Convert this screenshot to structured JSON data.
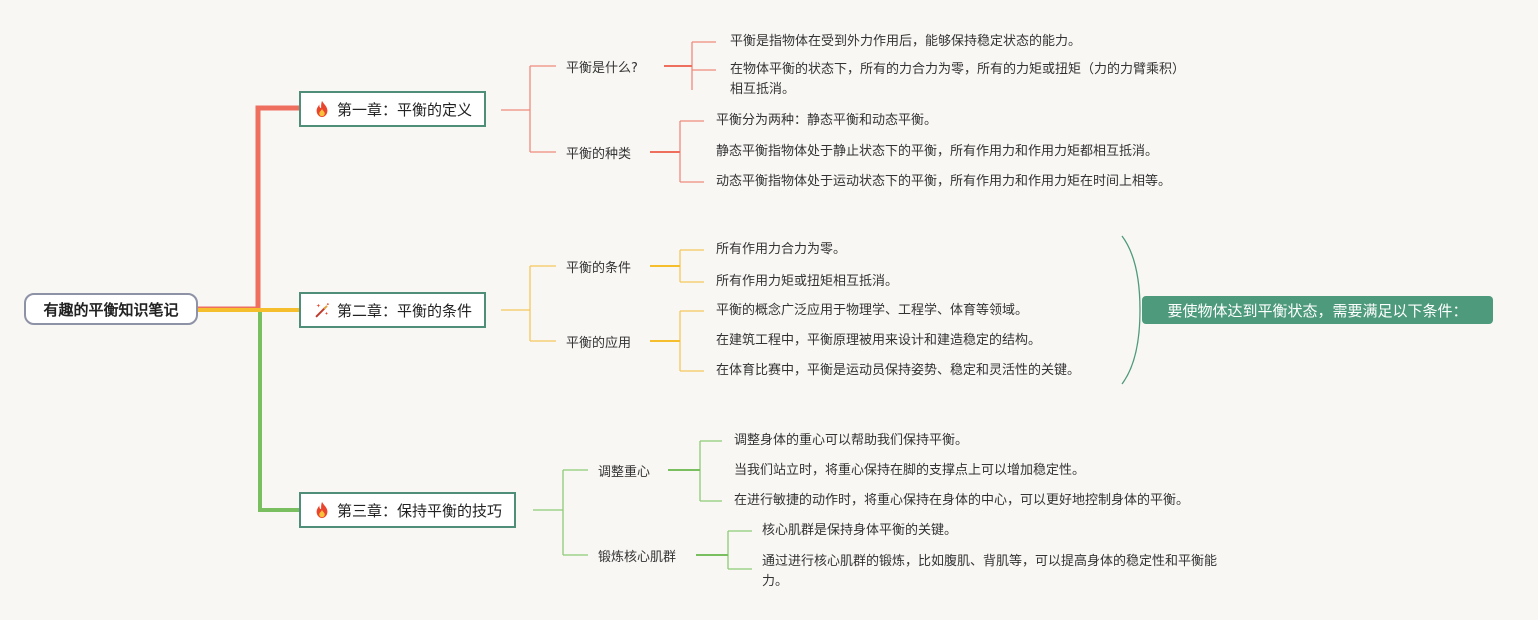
{
  "root": {
    "label": "有趣的平衡知识笔记"
  },
  "colors": {
    "chapter1": "#ef6f5f",
    "chapter2": "#f5be2d",
    "chapter3": "#79bf5f",
    "summary_bg": "#4d9a7c",
    "node_border": "#4f8f7a"
  },
  "chapters": [
    {
      "icon": "fire-icon",
      "label": "第一章：平衡的定义",
      "topics": [
        {
          "label": "平衡是什么?",
          "items": [
            "平衡是指物体在受到外力作用后，能够保持稳定状态的能力。",
            "在物体平衡的状态下，所有的力合力为零，所有的力矩或扭矩（力的力臂乘积）",
            "相互抵消。"
          ]
        },
        {
          "label": "平衡的种类",
          "items": [
            "平衡分为两种：静态平衡和动态平衡。",
            "静态平衡指物体处于静止状态下的平衡，所有作用力和作用力矩都相互抵消。",
            "动态平衡指物体处于运动状态下的平衡，所有作用力和作用力矩在时间上相等。"
          ]
        }
      ]
    },
    {
      "icon": "magic-wand-icon",
      "label": "第二章：平衡的条件",
      "topics": [
        {
          "label": "平衡的条件",
          "items": [
            "所有作用力合力为零。",
            "所有作用力矩或扭矩相互抵消。"
          ]
        },
        {
          "label": "平衡的应用",
          "items": [
            "平衡的概念广泛应用于物理学、工程学、体育等领域。",
            "在建筑工程中，平衡原理被用来设计和建造稳定的结构。",
            "在体育比赛中，平衡是运动员保持姿势、稳定和灵活性的关键。"
          ]
        }
      ]
    },
    {
      "icon": "fire-icon",
      "label": "第三章：保持平衡的技巧",
      "topics": [
        {
          "label": "调整重心",
          "items": [
            "调整身体的重心可以帮助我们保持平衡。",
            "当我们站立时，将重心保持在脚的支撑点上可以增加稳定性。",
            "在进行敏捷的动作时，将重心保持在身体的中心，可以更好地控制身体的平衡。"
          ]
        },
        {
          "label": "锻炼核心肌群",
          "items": [
            "核心肌群是保持身体平衡的关键。",
            "通过进行核心肌群的锻炼，比如腹肌、背肌等，可以提高身体的稳定性和平衡能",
            "力。"
          ]
        }
      ]
    }
  ],
  "summary": {
    "label": "要使物体达到平衡状态，需要满足以下条件："
  }
}
